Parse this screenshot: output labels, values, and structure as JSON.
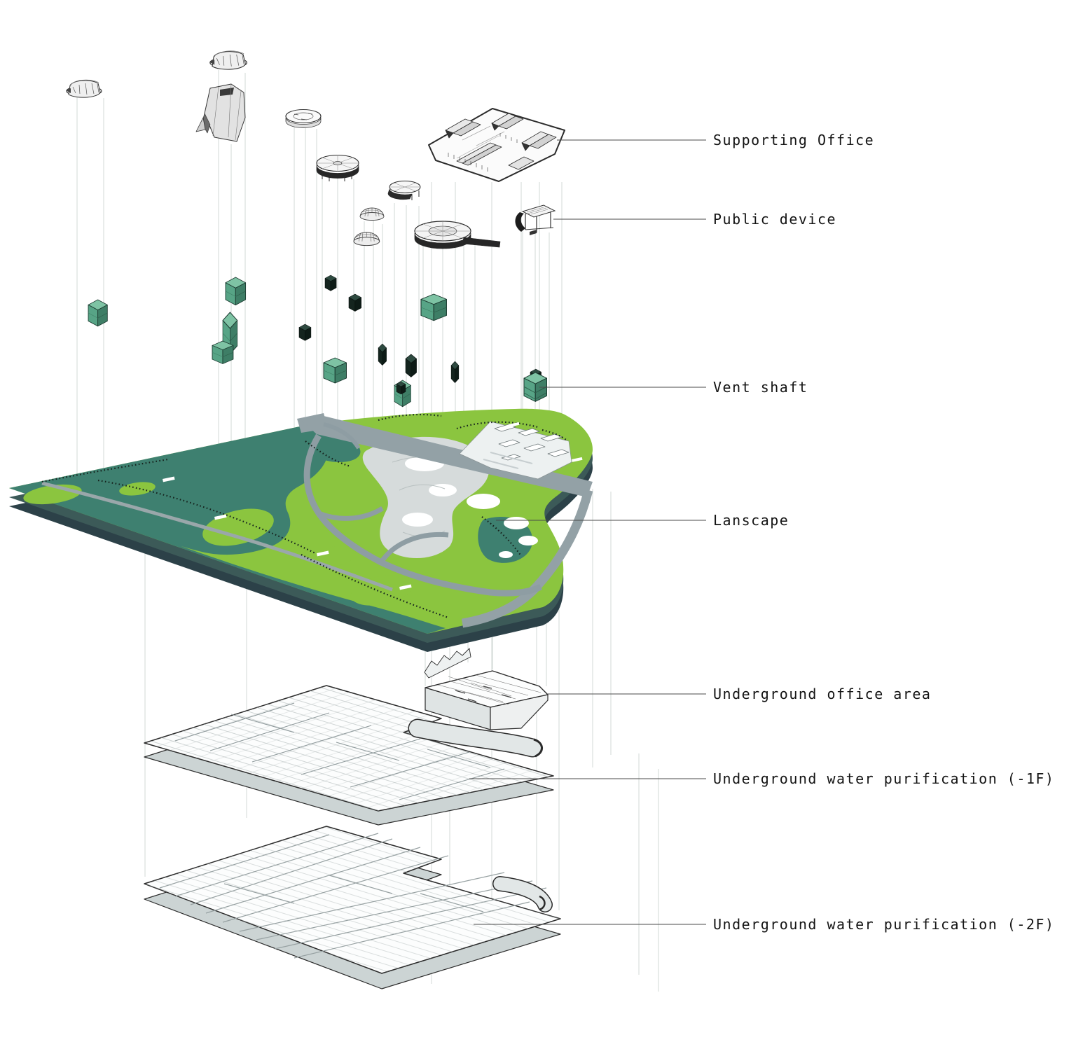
{
  "diagram": {
    "title_implicit": "Exploded axonometric diagram of park landscape above underground water purification plant",
    "labels": [
      {
        "text": "Supporting Office"
      },
      {
        "text": "Public device"
      },
      {
        "text": "Vent shaft"
      },
      {
        "text": "Lanscape"
      },
      {
        "text": "Underground office area"
      },
      {
        "text": "Underground water purification (-1F)"
      },
      {
        "text": "Underground water purification (-2F)"
      }
    ],
    "colors": {
      "park_green": "#8BC53F",
      "meadow_teal": "#3E8070",
      "plate_edge": "#2C4148",
      "road_gray": "#93A1A6",
      "wetland_gray": "#D6DBDB",
      "vent_green_top": "#7EC3A4",
      "vent_green_front": "#57A486",
      "vent_green_side": "#3E7E66",
      "vent_dark": "#14241E",
      "slab_gray": "#CCD4D4",
      "line_ink": "#2B2B2B"
    }
  }
}
